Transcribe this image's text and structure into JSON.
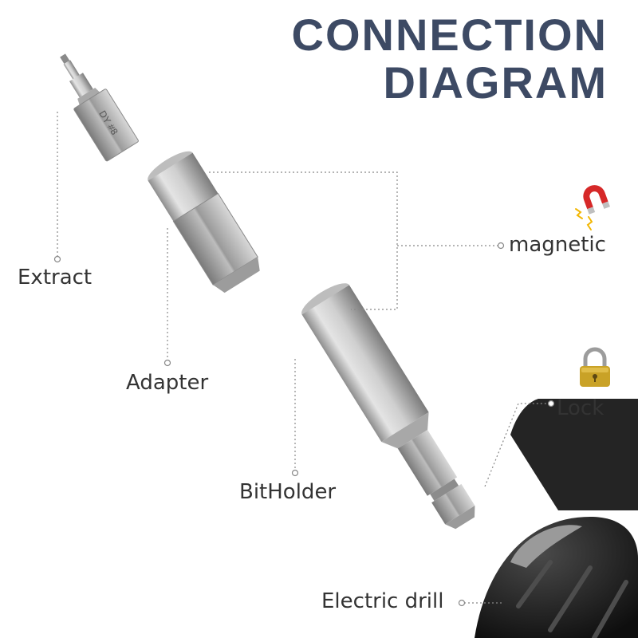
{
  "title": {
    "line1": "CONNECTION",
    "line2": "DIAGRAM"
  },
  "labels": {
    "extract": "Extract",
    "adapter": "Adapter",
    "bitholder": "BitHolder",
    "magnetic": "magnetic",
    "lock": "Lock",
    "electric_drill": "Electric drill"
  },
  "bit_engraving": "DY #8",
  "icons": {
    "magnetic": "horseshoe-magnet-icon",
    "lock": "padlock-icon"
  },
  "colors": {
    "title": "#3d4a64",
    "leader": "#888888",
    "metal": "#c8c8c8",
    "drill": "#1a1a1a",
    "magnet_red": "#d62828",
    "lock_gold": "#c9a227"
  }
}
